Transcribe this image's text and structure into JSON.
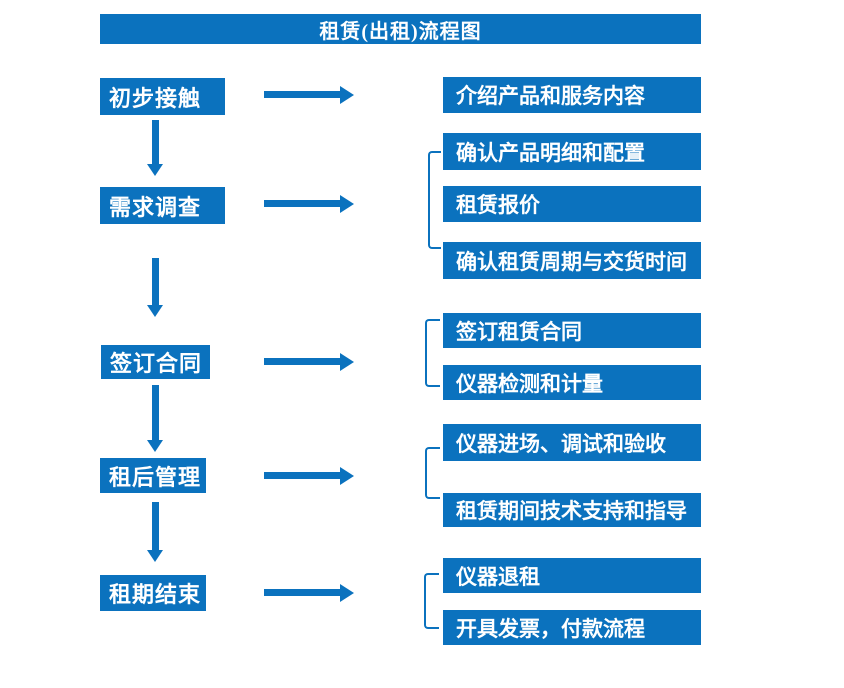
{
  "theme": {
    "accent": "#0b72be",
    "text_on_accent": "#ffffff",
    "background": "#ffffff"
  },
  "flow": {
    "title": "租赁(出租)流程图",
    "steps": [
      {
        "label": "初步接触",
        "details": [
          "介绍产品和服务内容"
        ]
      },
      {
        "label": "需求调查",
        "details": [
          "确认产品明细和配置",
          "租赁报价",
          "确认租赁周期与交货时间"
        ]
      },
      {
        "label": "签订合同",
        "details": [
          "签订租赁合同",
          "仪器检测和计量"
        ]
      },
      {
        "label": "租后管理",
        "details": [
          "仪器进场、调试和验收",
          "租赁期间技术支持和指导"
        ]
      },
      {
        "label": "租期结束",
        "details": [
          "仪器退租",
          "开具发票，付款流程"
        ]
      }
    ]
  }
}
